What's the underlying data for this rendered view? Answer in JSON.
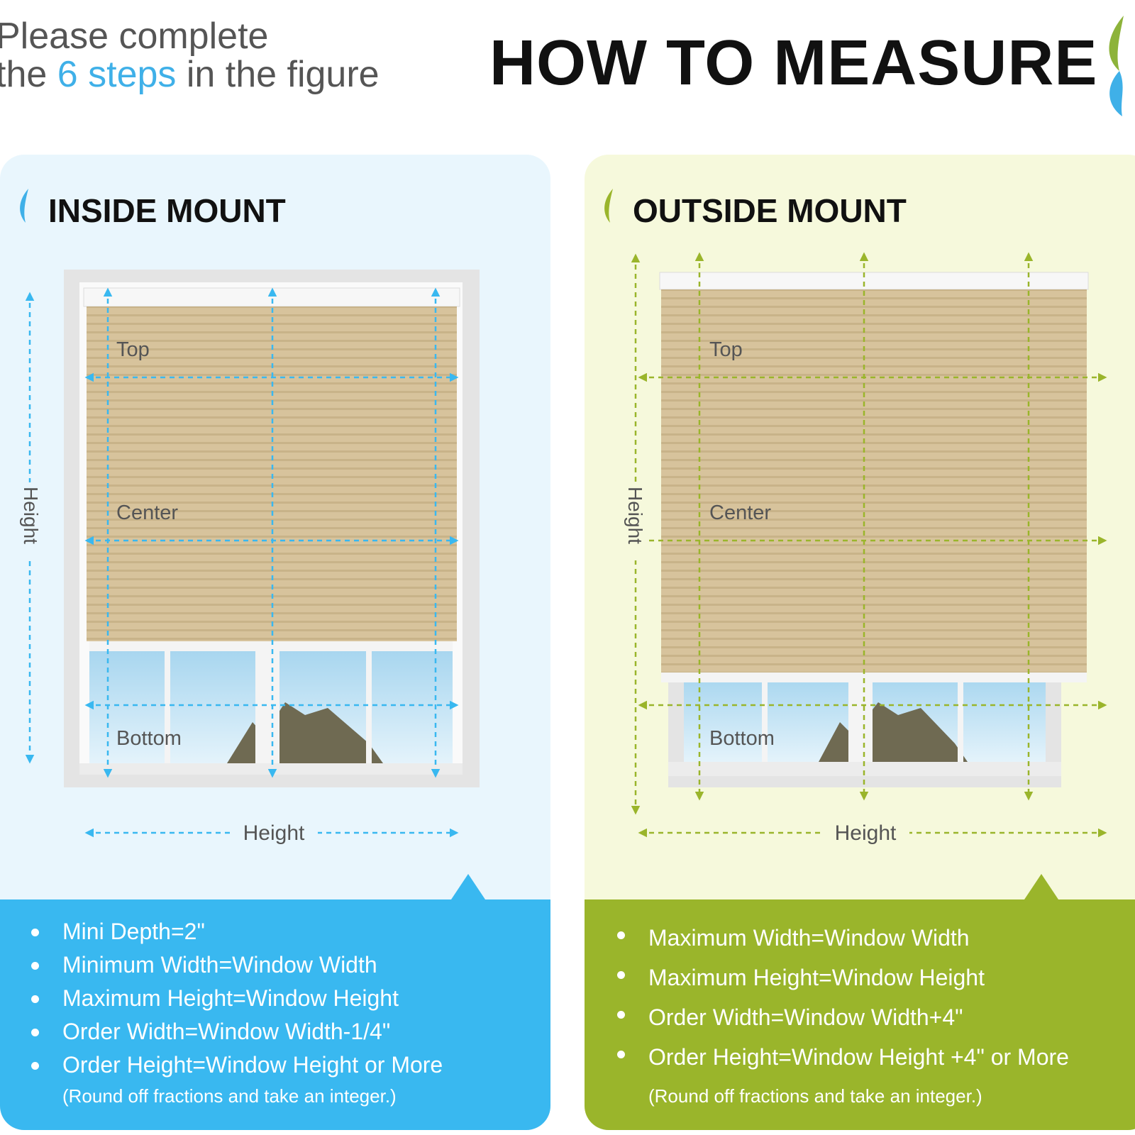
{
  "header": {
    "intro_line1": "Please complete",
    "intro_prefix": "the",
    "intro_highlight": "6 steps",
    "intro_suffix": "in the figure",
    "title": "HOW TO MEASURE"
  },
  "inside": {
    "heading": "INSIDE MOUNT",
    "labels": {
      "top": "Top",
      "center": "Center",
      "bottom": "Bottom",
      "side": "Height",
      "base": "Height"
    },
    "rules": [
      "Mini Depth=2\"",
      "Minimum Width=Window Width",
      "Maximum Height=Window Height",
      "Order Width=Window Width-1/4\"",
      "Order Height=Window Height or More"
    ],
    "note": "(Round off fractions and take an integer.)"
  },
  "outside": {
    "heading": "OUTSIDE MOUNT",
    "labels": {
      "top": "Top",
      "center": "Center",
      "bottom": "Bottom",
      "side": "Height",
      "base": "Height"
    },
    "rules": [
      "Maximum Width=Window Width",
      "Maximum Height=Window Height",
      "Order Width=Window Width+4\"",
      "Order Height=Window Height +4\" or More"
    ],
    "note": "(Round off fractions and take an integer.)"
  },
  "colors": {
    "inside_accent": "#39b8f0",
    "outside_accent": "#9ab52b",
    "shade": "#d7c39c",
    "panel_inside_bg": "#e9f6fd",
    "panel_outside_bg": "#f6f9dc"
  }
}
